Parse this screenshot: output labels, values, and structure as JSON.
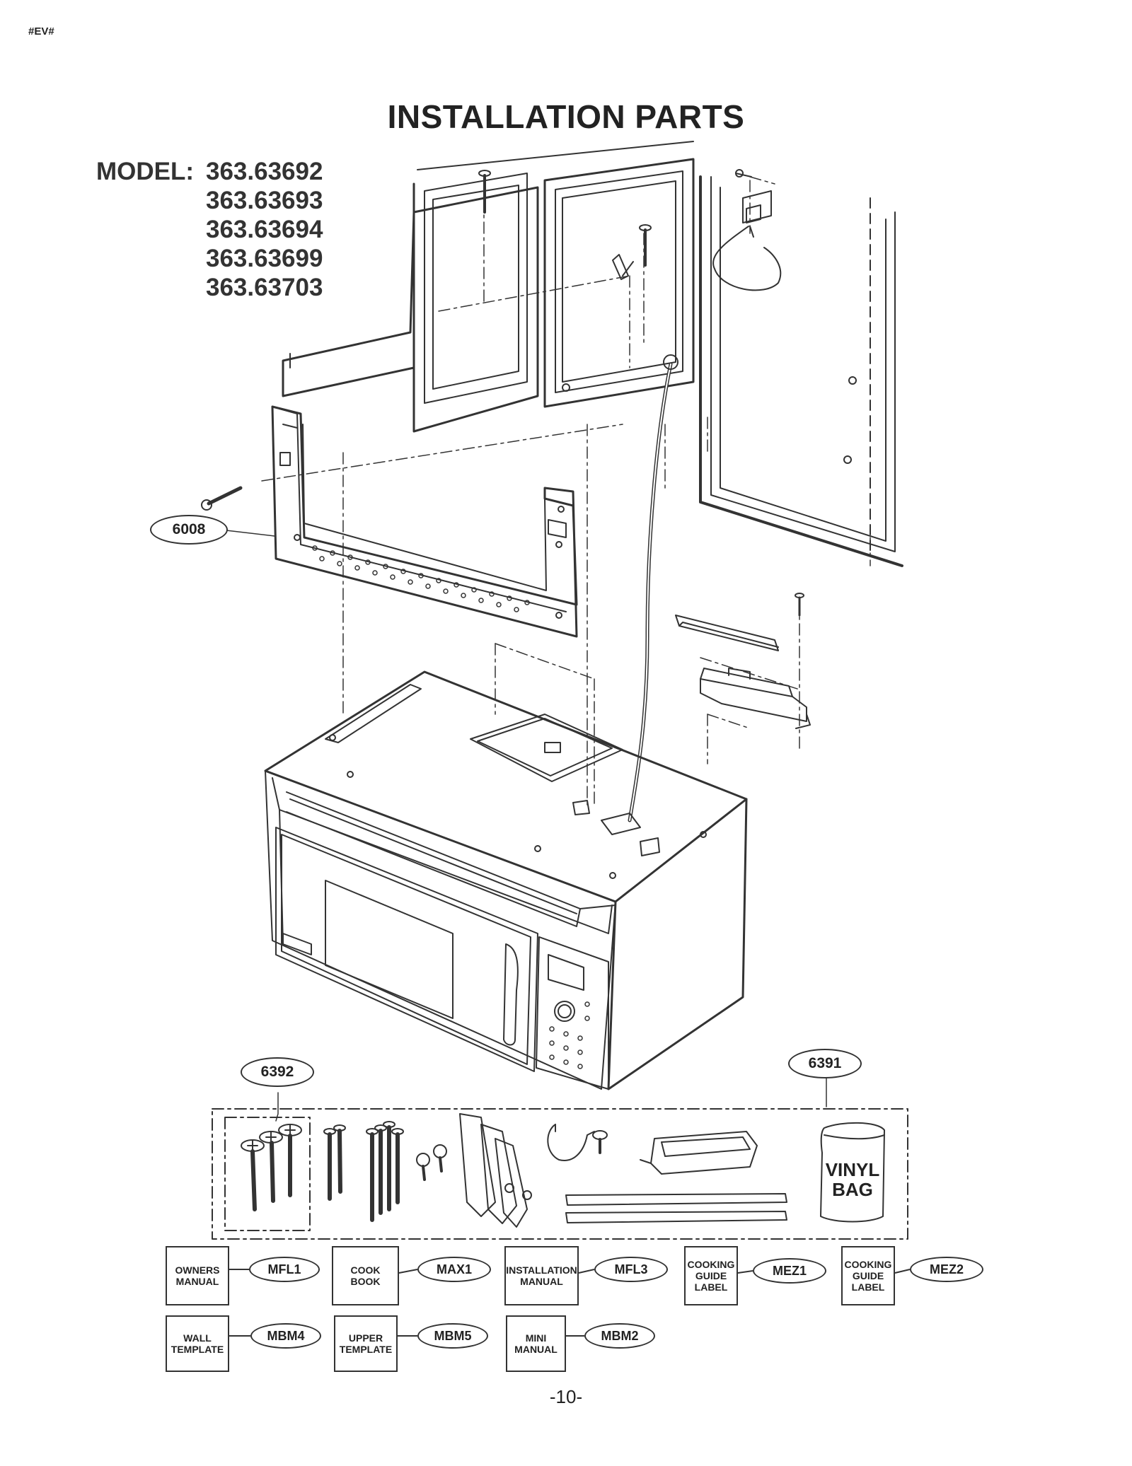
{
  "corner_tag": "#EV#",
  "title": "INSTALLATION PARTS",
  "model": {
    "label": "MODEL:",
    "numbers": [
      "363.63692",
      "363.63693",
      "363.63694",
      "363.63699",
      "363.63703"
    ]
  },
  "callouts": {
    "bracket": "6008",
    "screw_set": "6392",
    "parts_bag": "6391"
  },
  "vinyl_bag_text": "VINYL\nBAG",
  "documents": [
    {
      "box": "OWNERS\nMANUAL",
      "code": "MFL1"
    },
    {
      "box": "COOK\nBOOK",
      "code": "MAX1"
    },
    {
      "box": "INSTALLATION\nMANUAL",
      "code": "MFL3"
    },
    {
      "box": "COOKING\nGUIDE\nLABEL",
      "code": "MEZ1"
    },
    {
      "box": "COOKING\nGUIDE\nLABEL",
      "code": "MEZ2"
    },
    {
      "box": "WALL\nTEMPLATE",
      "code": "MBM4"
    },
    {
      "box": "UPPER\nTEMPLATE",
      "code": "MBM5"
    },
    {
      "box": "MINI\nMANUAL",
      "code": "MBM2"
    }
  ],
  "page_number": "-10-",
  "colors": {
    "line": "#333333",
    "paper": "#ffffff"
  }
}
